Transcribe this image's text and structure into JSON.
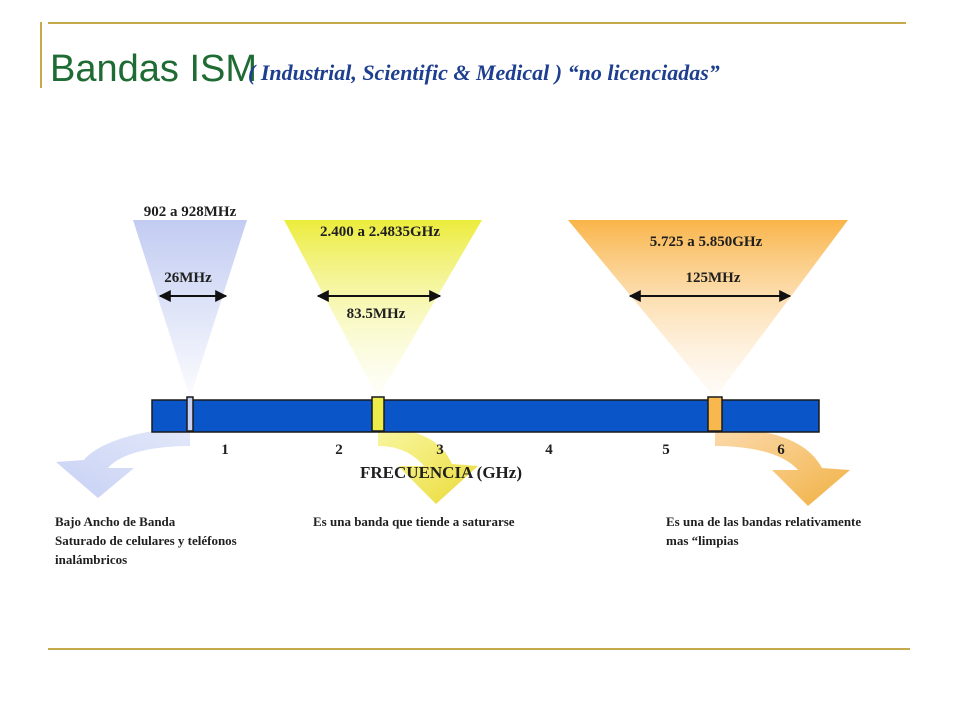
{
  "title": "Bandas ISM",
  "subtitle": "( Industrial, Scientific & Medical ) “no licenciadas”",
  "axis": {
    "title": "FRECUENCIA (GHz)",
    "ticks": [
      "1",
      "2",
      "3",
      "4",
      "5",
      "6"
    ]
  },
  "bands": [
    {
      "range_label": "902 a 928MHz",
      "width_label": "26MHz",
      "color": "#c7d1f4"
    },
    {
      "range_label": "2.400 a 2.4835GHz",
      "width_label": "83.5MHz",
      "color": "#ecec4a"
    },
    {
      "range_label": "5.725 a 5.850GHz",
      "width_label": "125MHz",
      "color": "#f9b84e"
    }
  ],
  "notes": {
    "band1": [
      "Bajo Ancho de Banda",
      "Saturado de celulares y teléfonos",
      "inalámbricos"
    ],
    "band2": "Es una banda que tiende a saturarse",
    "band3": [
      "Es una de las bandas relativamente",
      "mas “limpias"
    ]
  },
  "colors": {
    "bar": "#0a55c8",
    "title": "#1e6b33",
    "subtitle": "#1e3f8f",
    "rule": "#c6a94a"
  }
}
